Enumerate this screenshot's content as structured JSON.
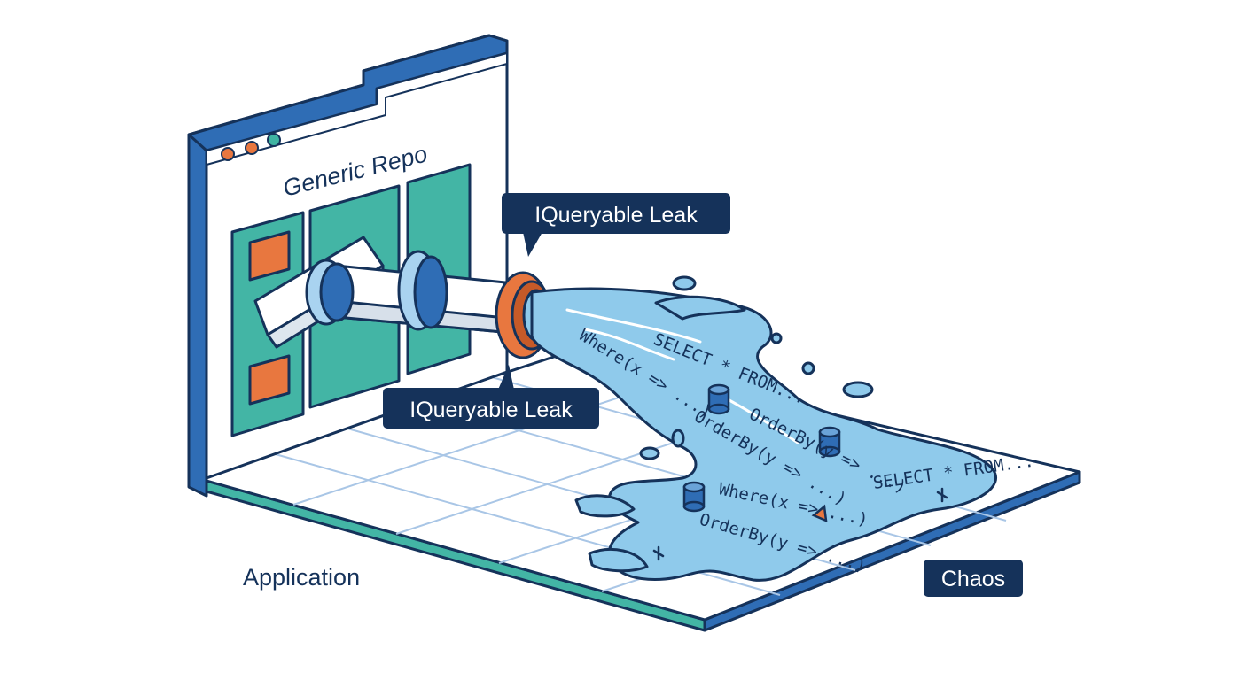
{
  "window": {
    "title": "Generic Repo",
    "dot_colors": [
      "#e8773f",
      "#e8773f",
      "#3fb4a2"
    ]
  },
  "callouts": {
    "top": "IQueryable Leak",
    "bottom": "IQueryable Leak"
  },
  "regions": {
    "left": "Application",
    "right": "Chaos"
  },
  "spill_code": [
    "Where(x => ...)",
    "SELECT * FROM...",
    "OrderBy(y => ...)",
    "OrderBy(y => ...)",
    "Where(x => ...)",
    "SELECT * FROM...",
    "OrderBy(y => ...)"
  ],
  "colors": {
    "navy": "#15325a",
    "blue": "#2f6db5",
    "teal": "#43b5a5",
    "orange": "#e8773f",
    "water": "#8fcaeb",
    "water_light": "#c5e6f7"
  }
}
